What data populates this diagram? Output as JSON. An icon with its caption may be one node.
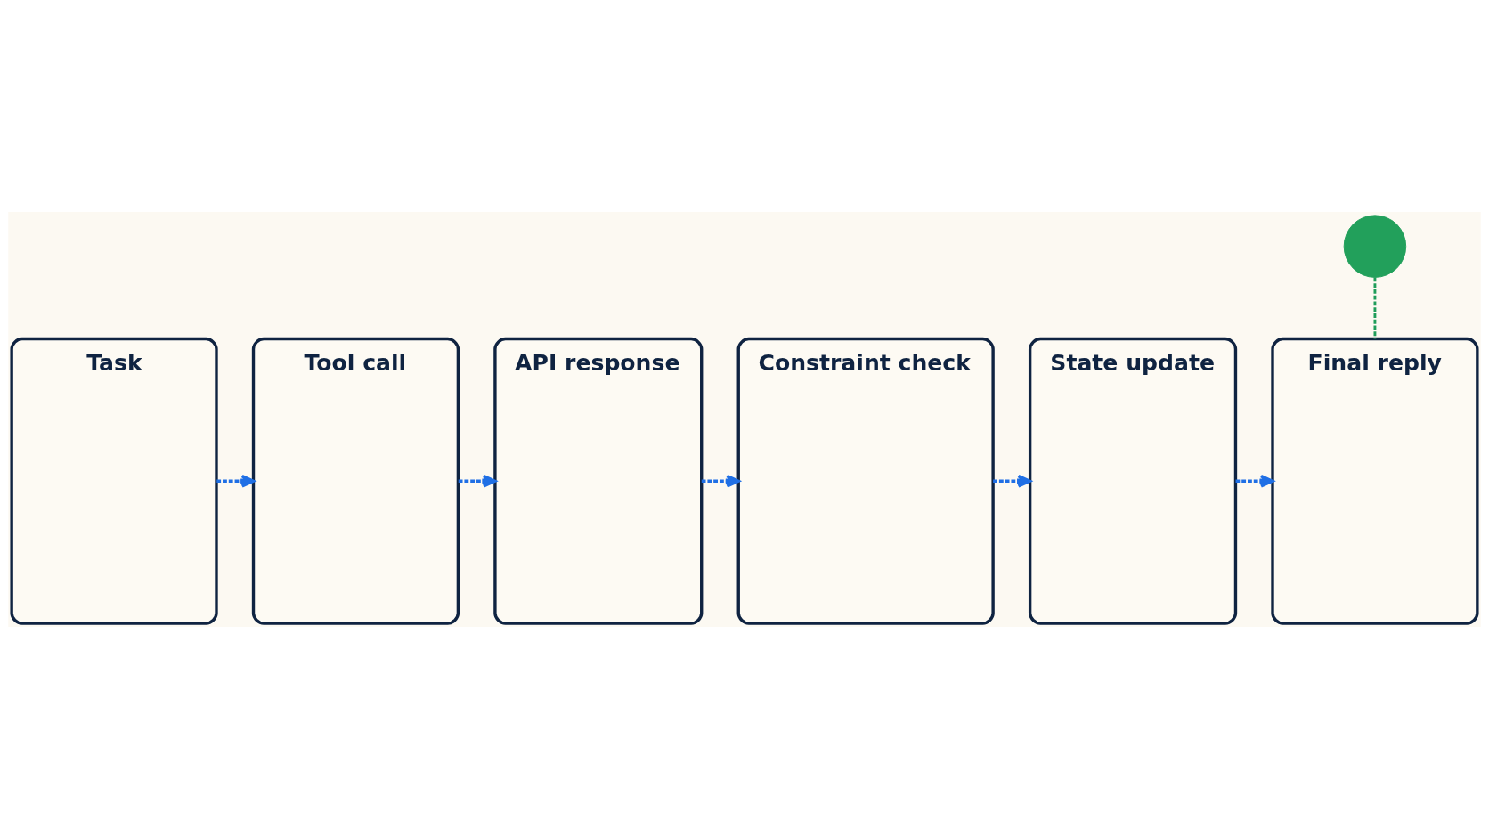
{
  "diagram": {
    "nodes": [
      {
        "text": [
          "Task"
        ]
      },
      {
        "text": [
          "Tool call"
        ]
      },
      {
        "text": [
          "API response"
        ]
      },
      {
        "text": [
          "Constraint check"
        ]
      },
      {
        "text": [
          "State update"
        ]
      },
      {
        "text": [
          "Final reply"
        ]
      },
      {
        "text": [],
        "shape": "circle"
      }
    ],
    "edges": [
      {
        "from": 0,
        "to": 1,
        "arrow": "to",
        "style": "dashed"
      },
      {
        "from": 1,
        "to": 2,
        "arrow": "to",
        "style": "dashed"
      },
      {
        "from": 2,
        "to": 3,
        "arrow": "to",
        "style": "dashed"
      },
      {
        "from": 3,
        "to": 4,
        "arrow": "to",
        "style": "dashed"
      },
      {
        "from": 4,
        "to": 5,
        "arrow": "to",
        "style": "dashed"
      },
      {
        "from": 6,
        "to": 5,
        "arrow": "none",
        "style": "dashed",
        "color": "#1f9d5a"
      }
    ]
  }
}
